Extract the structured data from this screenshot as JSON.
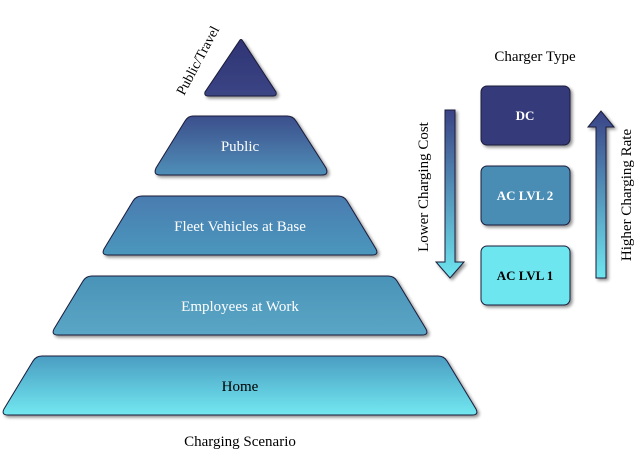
{
  "diagram": {
    "pyramid": {
      "caption": "Charging Scenario",
      "levels": [
        {
          "label": "Public/Travel"
        },
        {
          "label": "Public"
        },
        {
          "label": "Fleet Vehicles at Base"
        },
        {
          "label": "Employees at Work"
        },
        {
          "label": "Home"
        }
      ]
    },
    "chargers": {
      "title": "Charger Type",
      "types": [
        {
          "label": "DC"
        },
        {
          "label": "AC LVL 2"
        },
        {
          "label": "AC LVL 1"
        }
      ]
    },
    "arrows": {
      "down_label": "Lower Charging Cost",
      "up_label": "Higher Charging Rate"
    }
  },
  "colors": {
    "dark_navy": "#363a7a",
    "steel_blue": "#4a8db5",
    "cyan": "#6ee6ef",
    "outline": "#1a1a3a"
  }
}
